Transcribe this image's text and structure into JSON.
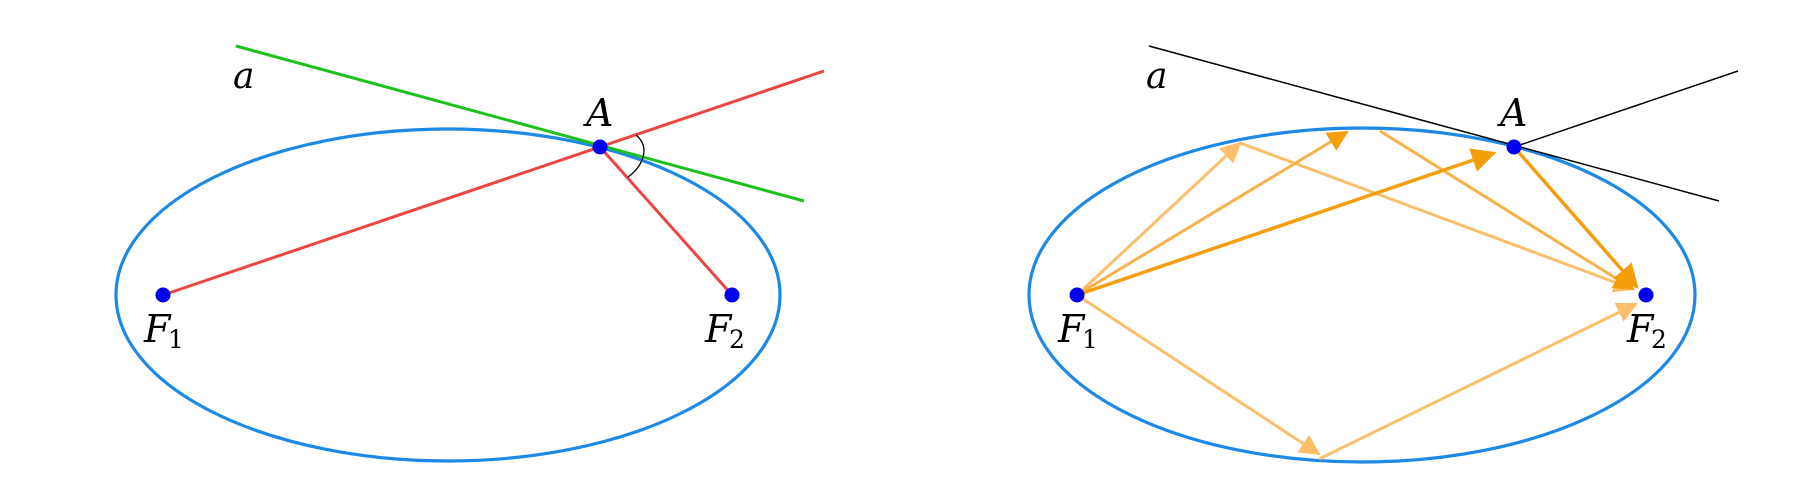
{
  "colors": {
    "ellipse": "#1e88e5",
    "point": "#0000ee",
    "focal_ray": "#ef4444",
    "tangent": "#1ec01e",
    "tangent_plain": "#000000",
    "ray_strong": "#f59e0b",
    "ray_light": "#fbbf6b"
  },
  "left_panel": {
    "tangent_label": "a",
    "point_label": "A",
    "focus1_main": "F",
    "focus1_sub": "1",
    "focus2_main": "F",
    "focus2_sub": "2"
  },
  "right_panel": {
    "tangent_label": "a",
    "point_label": "A",
    "focus1_main": "F",
    "focus1_sub": "1",
    "focus2_main": "F",
    "focus2_sub": "2"
  }
}
